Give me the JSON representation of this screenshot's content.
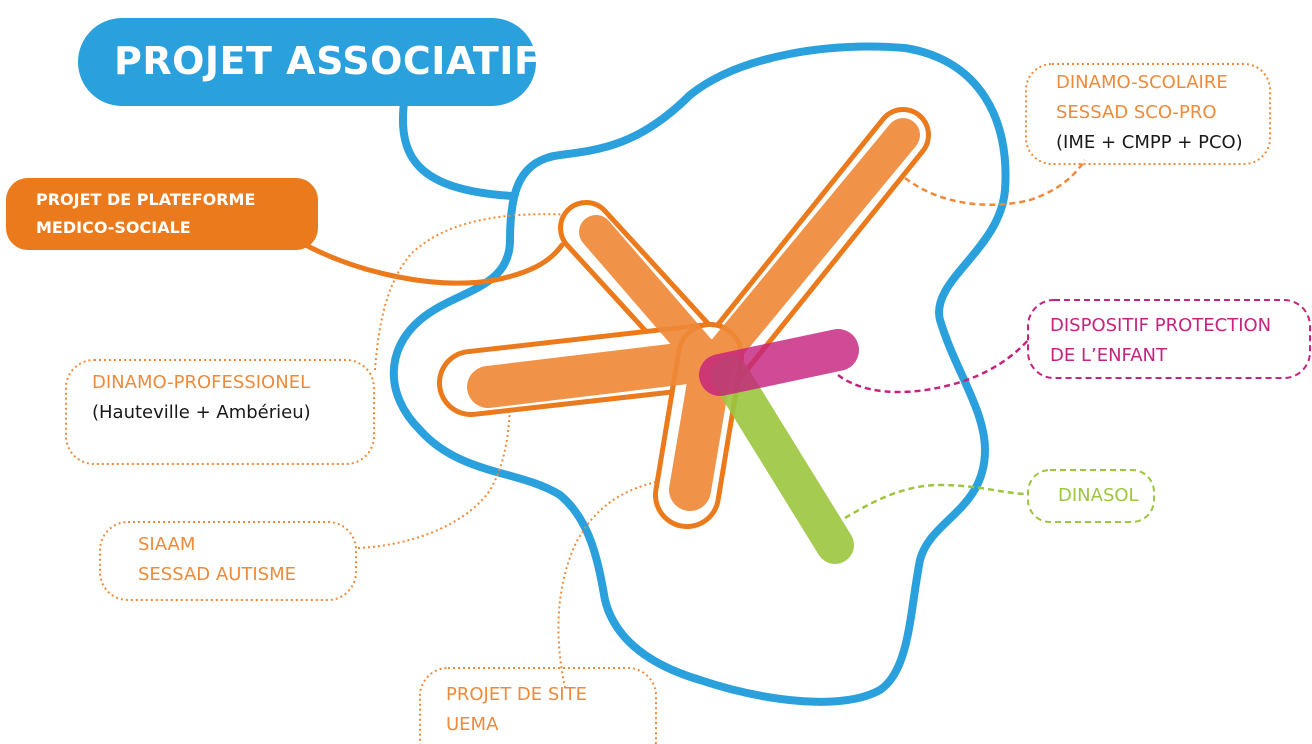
{
  "title": "PROJET ASSOCIATIF",
  "colors": {
    "blue": "#2aa0dc",
    "orange": "#ef8a3a",
    "orange_dark": "#eb7a1c",
    "pink": "#c6237e",
    "green": "#9cc63f"
  },
  "nodes": {
    "plateforme": {
      "line1": "PROJET DE PLATEFORME",
      "line2": "MEDICO-SOCIALE"
    },
    "dinamo_scolaire": {
      "line1": "DINAMO-SCOLAIRE",
      "line2": "SESSAD SCO-PRO",
      "line3": "(IME + CMPP + PCO)"
    },
    "protection": {
      "line1": "DISPOSITIF PROTECTION",
      "line2": "DE L’ENFANT"
    },
    "dinasol": {
      "line1": "DINASOL"
    },
    "dinamo_pro": {
      "line1": "DINAMO-PROFESSIONEL",
      "line2": "(Hauteville + Ambérieu)"
    },
    "siaam": {
      "line1": "SIAAM",
      "line2": "SESSAD AUTISME"
    },
    "uema": {
      "line1": "PROJET DE SITE",
      "line2": "UEMA"
    }
  }
}
